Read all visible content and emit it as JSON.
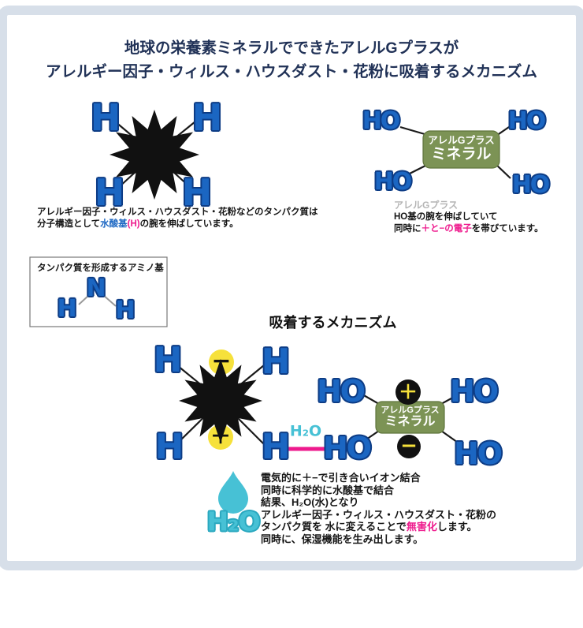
{
  "colors": {
    "title_navy": "#213257",
    "atom_blue": "#1b66c2",
    "atom_outline": "#0d3c85",
    "pink": "#ee1a8d",
    "green": "#7c9355",
    "green_border": "#5f743c",
    "gray_label": "#b5b5b5",
    "yellow": "#f6e13b",
    "black": "#111111",
    "cyan": "#47c1d5",
    "frame_blue": "#d7dfe9"
  },
  "title": {
    "line1": "地球の栄養素ミネラルでできたアレルGプラスが",
    "line2": "アレルギー因子・ウィルス・ハウスダスト・花粉に吸着するメカニズム"
  },
  "protein_diagram": {
    "atoms": {
      "tl": "H",
      "tr": "H",
      "bl": "H",
      "br": "H"
    },
    "caption": {
      "line1": "アレルギー因子・ウィルス・ハウスダスト・花粉などのタンパク質は",
      "line2_pre": "分子構造として",
      "line2_blue": "水酸基",
      "line2_pink": "(H)",
      "line2_post": "の腕を伸ばしています。"
    }
  },
  "mineral_diagram": {
    "box": {
      "line1": "アレルGプラス",
      "line2": "ミネラル"
    },
    "atoms": {
      "tl": "HO",
      "tr": "HO",
      "bl": "HO",
      "br": "HO"
    },
    "caption": {
      "gray": "アレルGプラス",
      "line1": "HO基の腕を伸ばしていて",
      "line2_pre": "同時に",
      "line2_pink": "＋と−の電子",
      "line2_post": "を帯びています。"
    }
  },
  "amino_box": {
    "title": "タンパク質を形成するアミノ基",
    "n": "N",
    "h_left": "H",
    "h_right": "H"
  },
  "mechanism": {
    "title": "吸着するメカニズム",
    "protein": {
      "atoms": {
        "tl": "H",
        "tr": "H",
        "bl": "H"
      },
      "charge_top": "−",
      "charge_bottom": "＋"
    },
    "bond": {
      "h": "H",
      "ho": "HO",
      "h2o": "H₂O"
    },
    "mineral": {
      "box": {
        "line1": "アレルGプラス",
        "line2": "ミネラル"
      },
      "atoms": {
        "tl": "HO",
        "tr": "HO",
        "br": "HO"
      },
      "charge_top": "＋",
      "charge_bottom": "−"
    },
    "water_logo": "H₂O",
    "caption": {
      "line1": "電気的に＋−で引き合いイオン結合",
      "line2": "同時に科学的に水酸基で結合",
      "line3": "結果、H₂O(水)となり",
      "line4": "アレルギー因子・ウィルス・ハウスダスト・花粉の",
      "line5_pre": "タンパク質を 水に変えることで",
      "line5_pink": "無害化",
      "line5_post": "します。",
      "line6": "同時に、保湿機能を生み出します。"
    }
  }
}
